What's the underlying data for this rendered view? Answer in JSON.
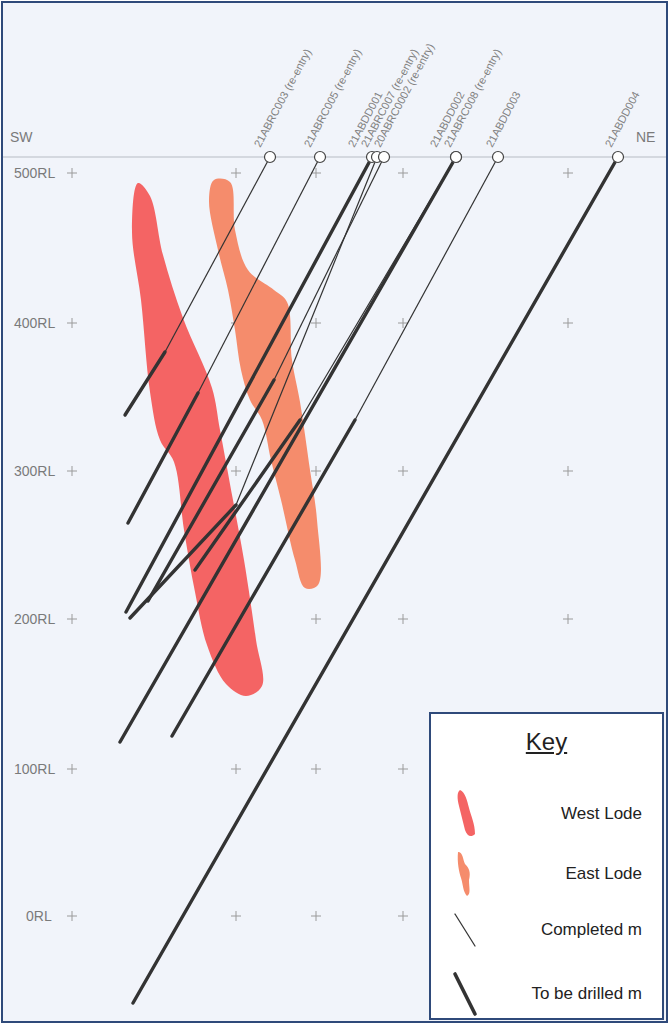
{
  "diagram": {
    "labels": [
      "SW",
      "NE",
      "500RL",
      "400RL",
      "300RL",
      "200RL",
      "100RL",
      "0RL",
      "21ABRC003 (re-entry)",
      "21ABRC005 (re-entry)",
      "21ABDD001",
      "21ABRC007 (re-entry)",
      "20ABRC0002 (re-entry)",
      "21ABDD002",
      "21ABRC008 (re-entry)",
      "21ABDD003",
      "21ABDD004",
      "Key"
    ],
    "legend": [
      {
        "text": "West Lode",
        "color": "#f46464"
      },
      {
        "text": "East Lode",
        "color": "#f58c6c"
      },
      {
        "text": "Completed m"
      },
      {
        "text": "To be drilled m"
      }
    ]
  }
}
